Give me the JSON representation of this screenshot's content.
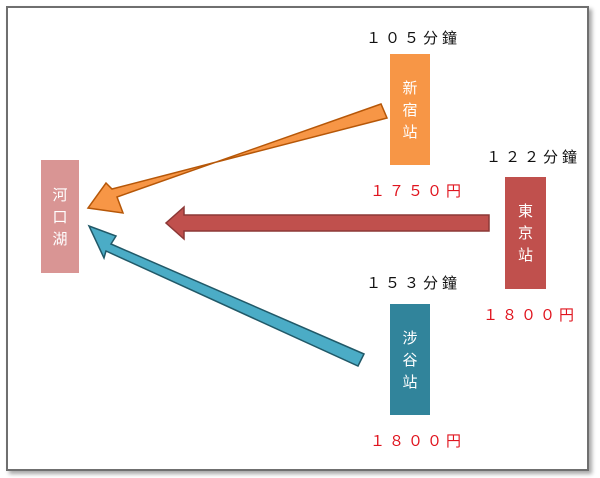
{
  "colors": {
    "kawaguchiko": "#d99594",
    "shinjuku": "#f79646",
    "tokyo": "#c0504d",
    "shibuya": "#31849b",
    "arrow_orange_fill": "#f79646",
    "arrow_orange_stroke": "#b65708",
    "arrow_red_fill": "#c0504d",
    "arrow_red_stroke": "#8c3836",
    "arrow_blue_fill": "#4bacc6",
    "arrow_blue_stroke": "#215968"
  },
  "destination": {
    "label_chars": [
      "河",
      "口",
      "湖"
    ]
  },
  "stations": [
    {
      "id": "shinjuku",
      "label_chars": [
        "新",
        "宿",
        "站"
      ],
      "time": "１０５分鐘",
      "fare": "１７５０円"
    },
    {
      "id": "tokyo",
      "label_chars": [
        "東",
        "京",
        "站"
      ],
      "time": "１２２分鐘",
      "fare": "１８００円"
    },
    {
      "id": "shibuya",
      "label_chars": [
        "涉",
        "谷",
        "站"
      ],
      "time": "１５３分鐘",
      "fare": "１８００円"
    }
  ]
}
